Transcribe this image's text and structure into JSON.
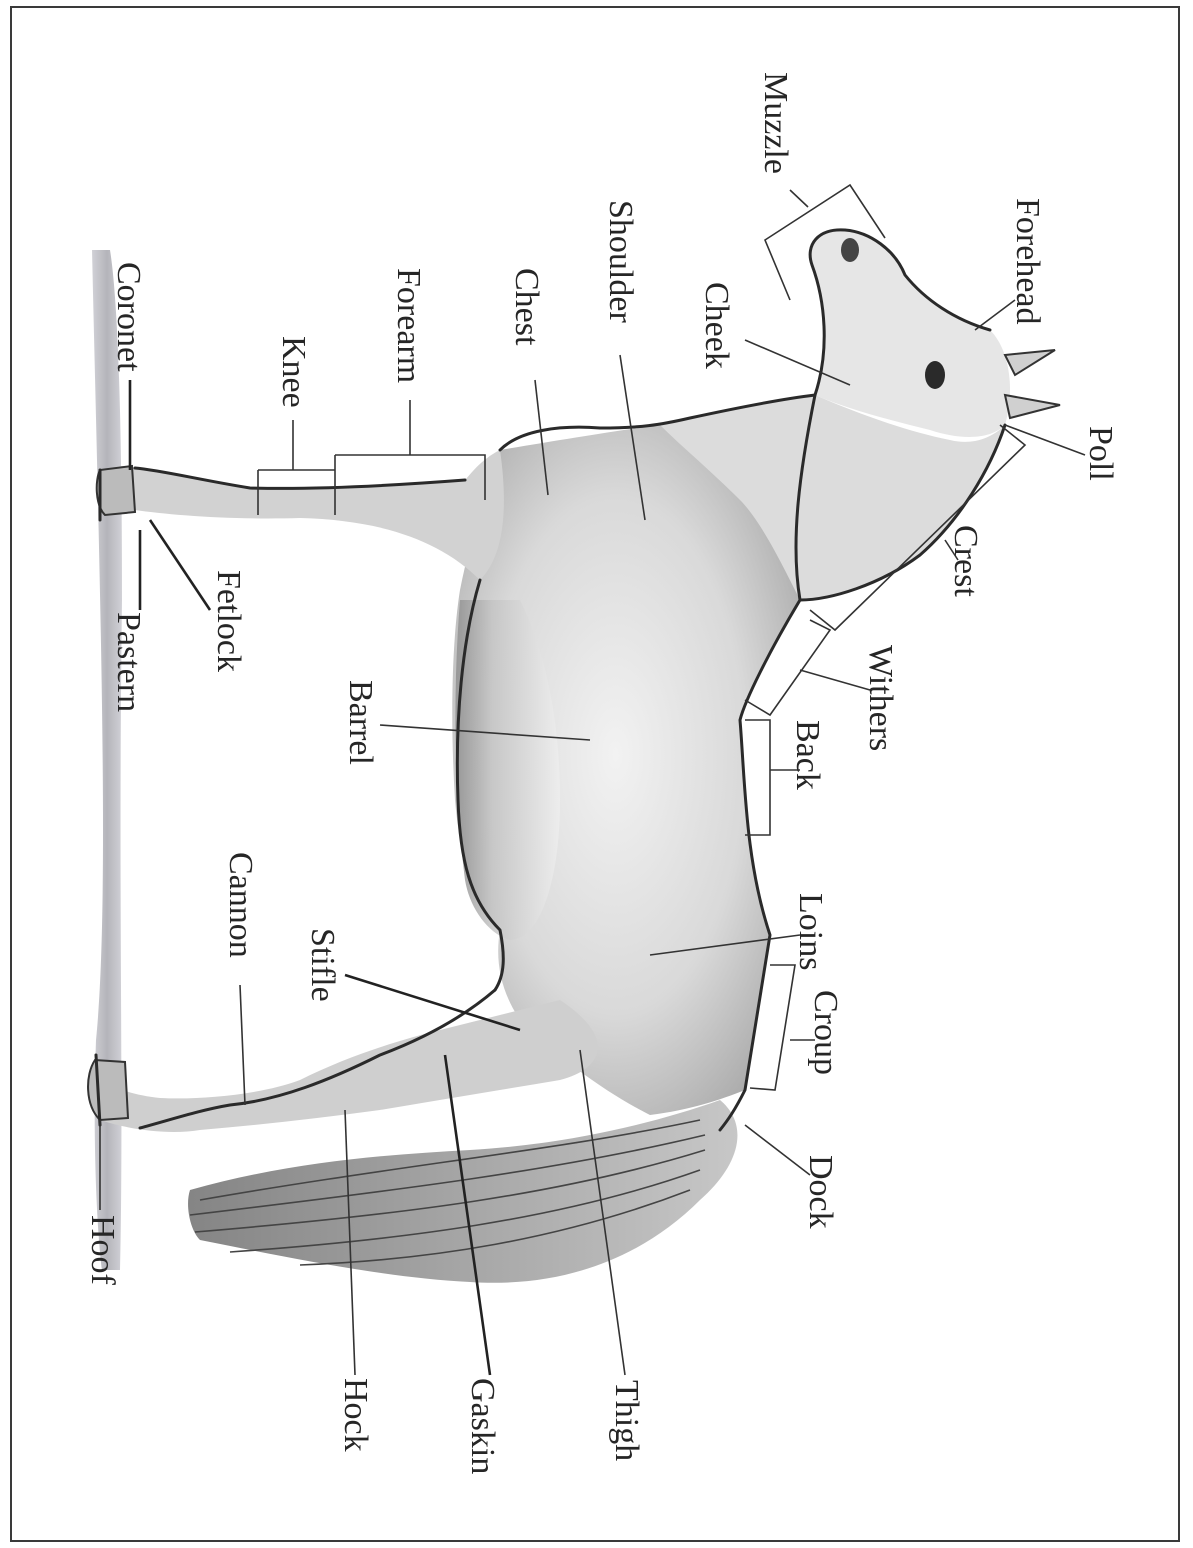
{
  "labels": {
    "muzzle": "Muzzle",
    "forehead": "Forehead",
    "poll": "Poll",
    "cheek": "Cheek",
    "shoulder": "Shoulder",
    "chest": "Chest",
    "forearm": "Forearm",
    "knee": "Knee",
    "coronet": "Coronet",
    "fetlock": "Fetlock",
    "pastern": "Pastern",
    "crest": "Crest",
    "withers": "Withers",
    "back": "Back",
    "barrel": "Barrel",
    "loins": "Loins",
    "croup": "Croup",
    "dock": "Dock",
    "cannon": "Cannon",
    "stifle": "Stifle",
    "thigh": "Thigh",
    "gaskin": "Gaskin",
    "hock": "Hock",
    "hoof": "Hoof"
  },
  "colors": {
    "ink": "#262626",
    "ground": "#a9a9b1",
    "body_shade": "#bdbdbd",
    "body_light": "#e9e9e9"
  }
}
